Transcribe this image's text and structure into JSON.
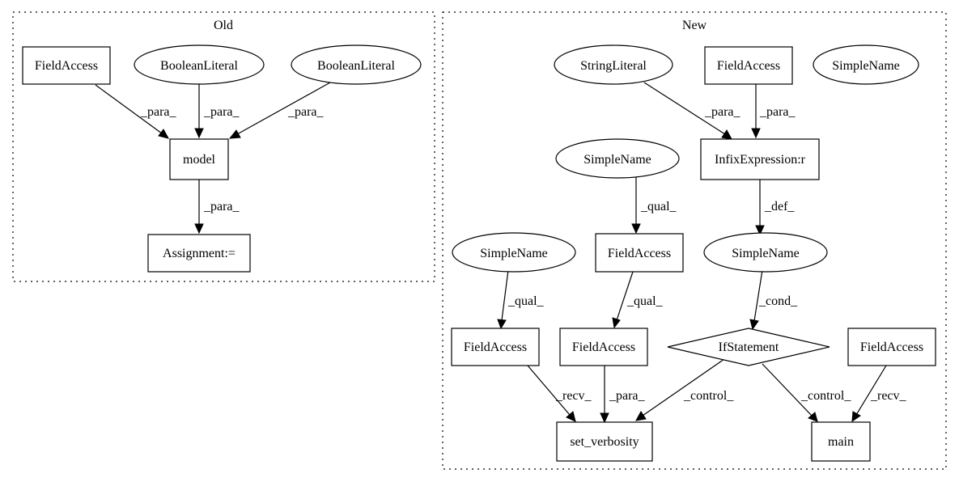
{
  "clusters": {
    "old": {
      "label": "Old"
    },
    "new": {
      "label": "New"
    }
  },
  "nodes": {
    "old_fieldaccess": "FieldAccess",
    "old_booleanliteral_1": "BooleanLiteral",
    "old_booleanliteral_2": "BooleanLiteral",
    "old_model": "model",
    "old_assignment": "Assignment:=",
    "new_stringliteral": "StringLiteral",
    "new_fieldaccess_top": "FieldAccess",
    "new_simplename_top": "SimpleName",
    "new_infixexpression": "InfixExpression:r",
    "new_simplename_mid": "SimpleName",
    "new_simplename_left": "SimpleName",
    "new_fieldaccess_mid": "FieldAccess",
    "new_simplename_cond": "SimpleName",
    "new_fieldaccess_left": "FieldAccess",
    "new_fieldaccess_center": "FieldAccess",
    "new_ifstatement": "IfStatement",
    "new_fieldaccess_right": "FieldAccess",
    "new_set_verbosity": "set_verbosity",
    "new_main": "main"
  },
  "edges": {
    "old_fa_model": "_para_",
    "old_bl1_model": "_para_",
    "old_bl2_model": "_para_",
    "old_model_assign": "_para_",
    "new_sl_infix": "_para_",
    "new_fa_infix": "_para_",
    "new_infix_sn": "_def_",
    "new_sn_fa_mid": "_qual_",
    "new_fa_mid_fa_center": "_qual_",
    "new_sn_left_fa_left": "_qual_",
    "new_sn_if": "_cond_",
    "new_fa_left_setv": "_recv_",
    "new_fa_center_setv": "_para_",
    "new_if_setv": "_control_",
    "new_if_main": "_control_",
    "new_fa_right_main": "_recv_"
  }
}
